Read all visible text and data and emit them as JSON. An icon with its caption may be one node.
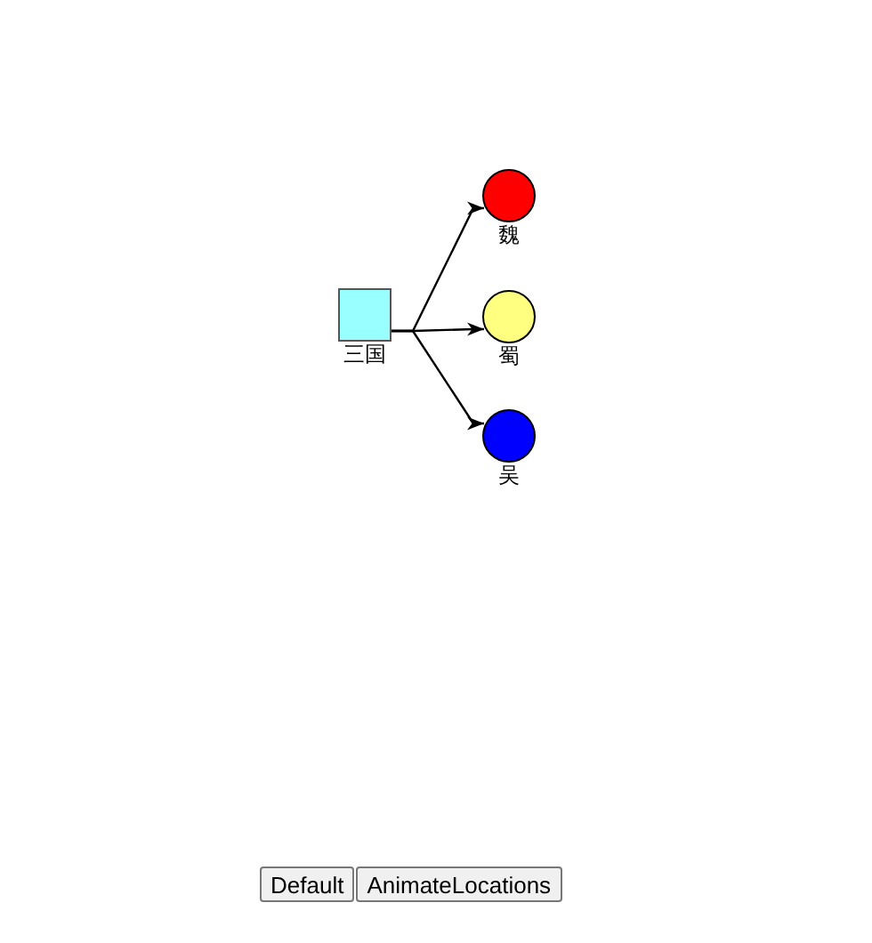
{
  "diagram": {
    "nodes": [
      {
        "text": [
          "三国"
        ]
      },
      {
        "text": [
          "魏"
        ]
      },
      {
        "text": [
          "蜀"
        ]
      },
      {
        "text": [
          "吴"
        ]
      }
    ],
    "edges": [
      {
        "from": 0,
        "to": 1,
        "arrow": "to"
      },
      {
        "from": 0,
        "to": 2,
        "arrow": "to"
      },
      {
        "from": 0,
        "to": 3,
        "arrow": "to"
      }
    ],
    "labels": [
      "Default",
      "AnimateLocations"
    ]
  }
}
